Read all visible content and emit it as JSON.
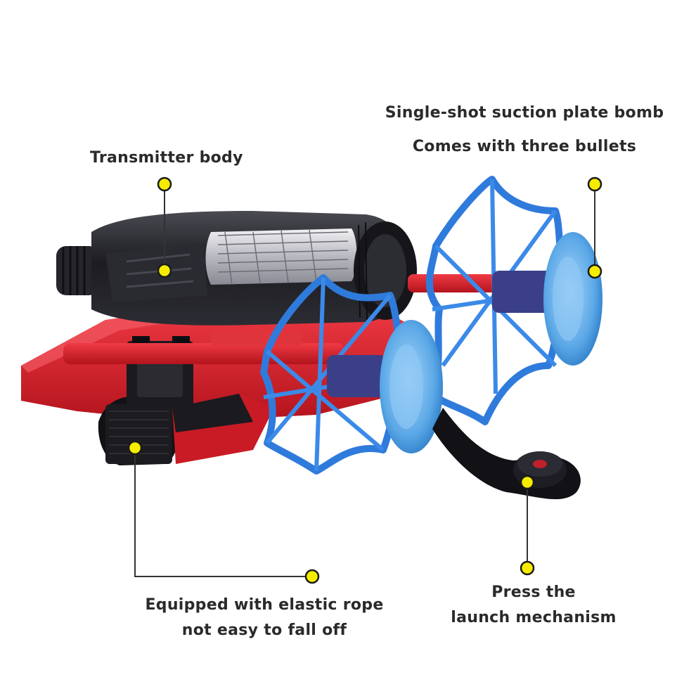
{
  "callouts": {
    "transmitter": {
      "label": "Transmitter body"
    },
    "suction": {
      "line1": "Single-shot suction plate bomb",
      "line2": "Comes with three bullets"
    },
    "strap": {
      "line1": "Equipped with elastic rope",
      "line2": "not easy to fall off"
    },
    "launch": {
      "line1": "Press the",
      "line2": "launch mechanism"
    }
  },
  "colors": {
    "dot": "#f5ec00",
    "dot_outline": "#1a1a1a",
    "leader_line": "#333333",
    "red_plastic": "#d91f2a",
    "black_plastic": "#1d1d22",
    "web_blue": "#2f7bdc",
    "suction_blue": "#6fb6ee"
  }
}
